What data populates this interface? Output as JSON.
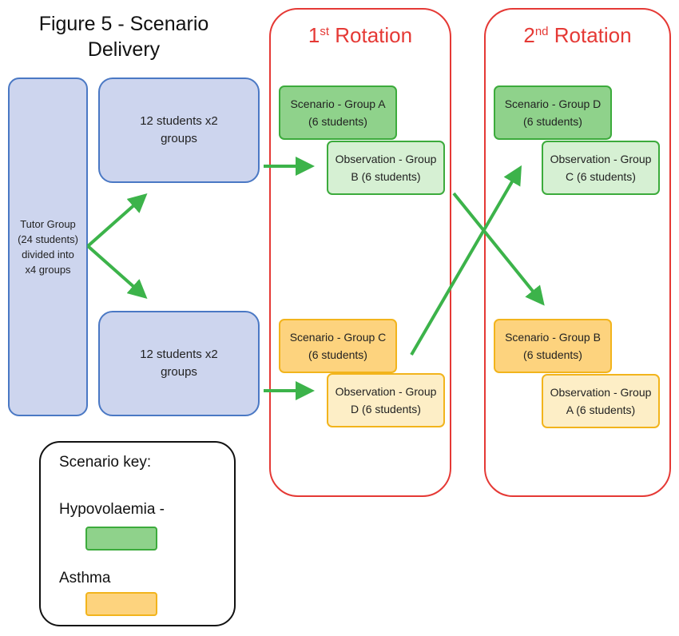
{
  "title": {
    "line1": "Figure 5 - Scenario",
    "line2": "Delivery"
  },
  "tutor_group": "Tutor Group (24 students) divided into x4 groups",
  "split_boxes": {
    "top": "12 students x2 groups",
    "bottom": "12 students x2 groups"
  },
  "rotations": {
    "first": {
      "number": "1",
      "suffix": "st",
      "label": "Rotation"
    },
    "second": {
      "number": "2",
      "suffix": "nd",
      "label": "Rotation"
    }
  },
  "cards": {
    "r1_scenario_a": "Scenario - Group A (6 students)",
    "r1_observation_b": "Observation - Group B (6 students)",
    "r1_scenario_c": "Scenario - Group C (6 students)",
    "r1_observation_d": "Observation - Group D (6 students)",
    "r2_scenario_d": "Scenario - Group D (6 students)",
    "r2_observation_c": "Observation - Group C (6 students)",
    "r2_scenario_b": "Scenario - Group B (6 students)",
    "r2_observation_a": "Observation - Group A (6 students)"
  },
  "key": {
    "heading": "Scenario key:",
    "hypovolaemia": "Hypovolaemia -",
    "asthma": "Asthma"
  },
  "colors": {
    "blue_fill": "#cdd5ee",
    "blue_border": "#4a78c4",
    "rotation_red": "#e53935",
    "arrow_green": "#3cb34a",
    "hypovolaemia_green": "#8fd28b",
    "asthma_yellow": "#fdd37e"
  }
}
